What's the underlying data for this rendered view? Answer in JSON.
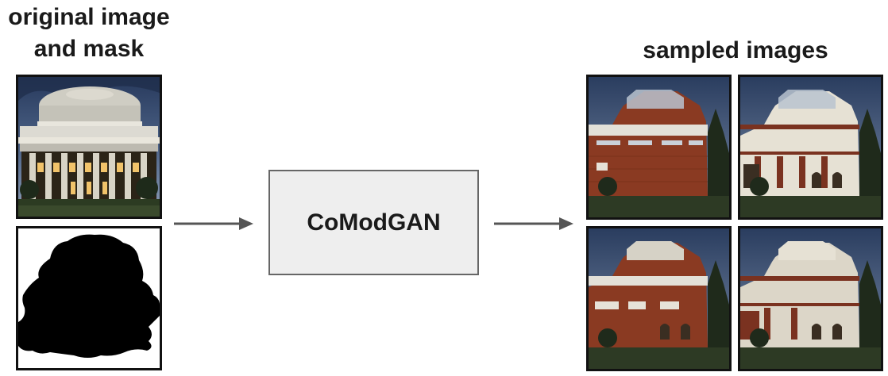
{
  "input": {
    "title_line1": "original image",
    "title_line2": "and mask",
    "image_subject": "domed-building-at-dusk",
    "mask_colors": {
      "hole": "#000000",
      "known": "#ffffff"
    }
  },
  "model": {
    "label": "CoModGAN",
    "box_fill": "#eeeeee",
    "box_border": "#666666"
  },
  "output": {
    "title": "sampled images",
    "samples": [
      {
        "variant": "brick"
      },
      {
        "variant": "white-with-arches"
      },
      {
        "variant": "mixed"
      },
      {
        "variant": "mixed-arches"
      }
    ]
  },
  "colors": {
    "arrow": "#555555",
    "frame": "#111111",
    "text": "#1a1a1a"
  }
}
